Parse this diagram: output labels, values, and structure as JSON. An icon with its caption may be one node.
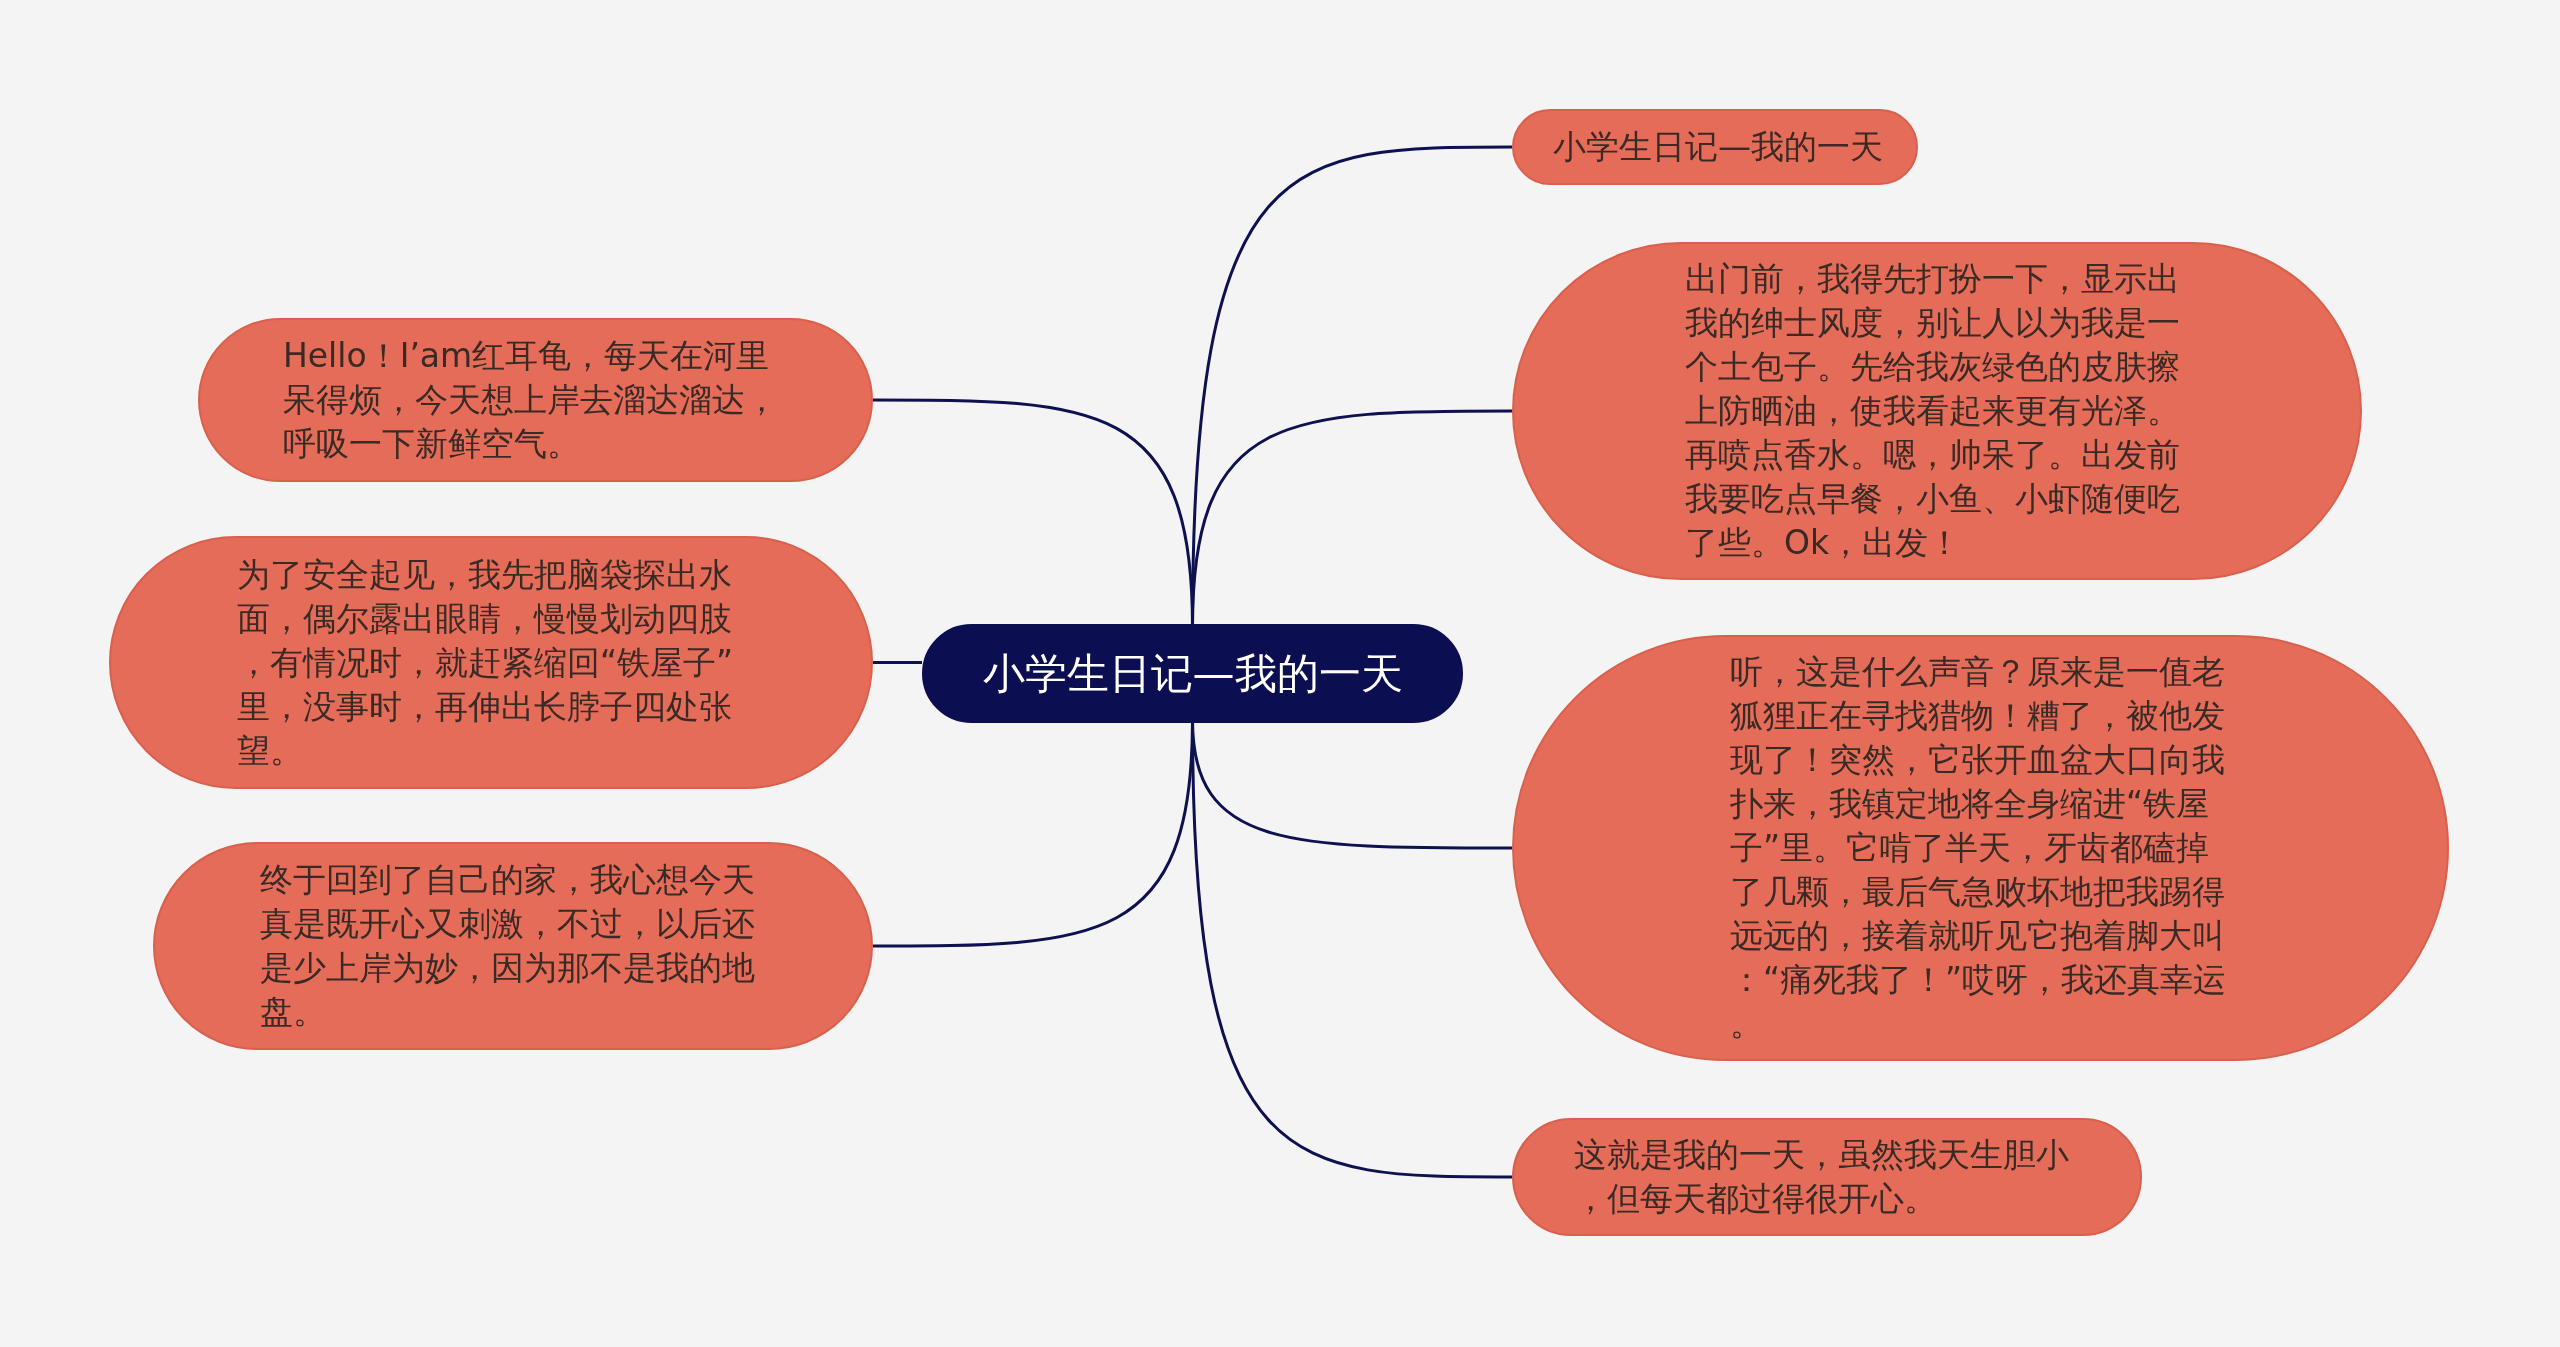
{
  "diagram": {
    "nodes": [
      {
        "text": [
          "小学生日记—我的一天"
        ]
      },
      {
        "text": [
          "小学生日记—我的一天"
        ]
      },
      {
        "text": [
          "出门前，我得先打扮一下，显示出我的绅士风度，别让人以为我是一个土包子。先给我灰绿色的皮肤擦上防晒油，使我看起来更有光泽。再喷点香水。嗯，帅呆了。出发前我要吃点早餐，小鱼、小虾随便吃了些。Ok，出发！"
        ]
      },
      {
        "text": [
          "听，这是什么声音？原来是一值老狐狸正在寻找猎物！糟了，被他发现了！突然，它张开血盆大口向我扑来，我镇定地将全身缩进“铁屋子”里。它啃了半天，牙齿都磕掉了几颗，最后气急败坏地把我踢得远远的，接着就听见它抱着脚大叫：“痛死我了！”哎呀，我还真幸运。"
        ]
      },
      {
        "text": [
          "这就是我的一天，虽然我天生胆小，但每天都过得很开心。"
        ]
      },
      {
        "text": [
          "Hello！I’am红耳龟，每天在河里呆得烦，今天想上岸去溜达溜达，呼吸一下新鲜空气。"
        ]
      },
      {
        "text": [
          "为了安全起见，我先把脑袋探出水面，偶尔露出眼睛，慢慢划动四肢，有情况时，就赶紧缩回“铁屋子”里，没事时，再伸出长脖子四处张望。"
        ]
      },
      {
        "text": [
          "终于回到了自己的家，我心想今天真是既开心又刺激，不过，以后还是少上岸为妙，因为那不是我的地盘。"
        ]
      }
    ],
    "edges": [
      {
        "from": 0,
        "to": 1,
        "arrow": "none"
      },
      {
        "from": 0,
        "to": 2,
        "arrow": "none"
      },
      {
        "from": 0,
        "to": 3,
        "arrow": "none"
      },
      {
        "from": 0,
        "to": 4,
        "arrow": "none"
      },
      {
        "from": 0,
        "to": 5,
        "arrow": "none"
      },
      {
        "from": 0,
        "to": 6,
        "arrow": "none"
      },
      {
        "from": 0,
        "to": 7,
        "arrow": "none"
      }
    ]
  }
}
